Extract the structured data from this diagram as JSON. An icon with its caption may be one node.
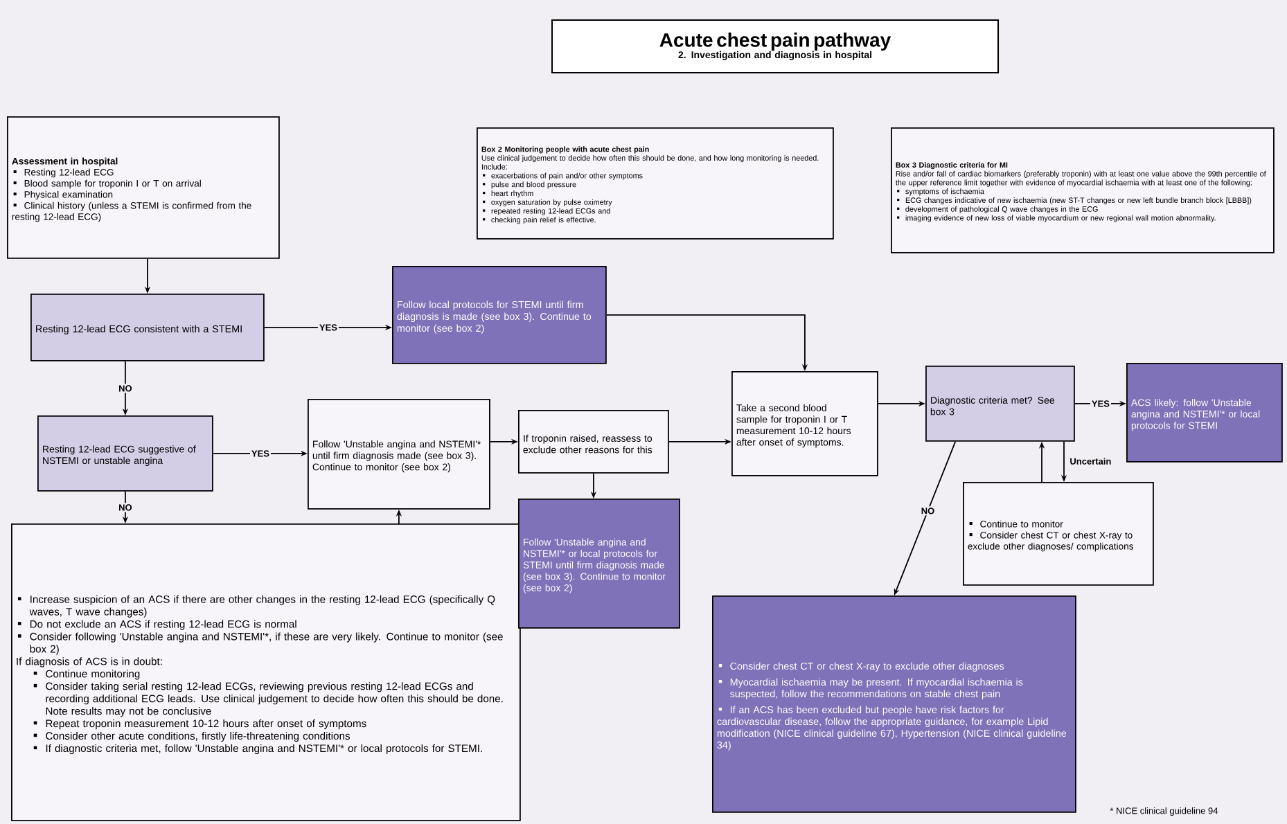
{
  "diagram": {
    "nodes": [
      {
        "text": [
          "Acute chest pain pathway",
          "2. Investigation and diagnosis in hospital"
        ]
      },
      {
        "text": [
          "Assessment in hospital",
          "Resting 12-lead ECG",
          "Blood sample for troponin I or T on arrival",
          "Physical examination",
          "Clinical history (unless a STEMI is confirmed from the resting 12-lead ECG)"
        ]
      },
      {
        "text": [
          "Box 2 Monitoring people with acute chest pain",
          "Use clinical judgement to decide how often this should be done, and how long monitoring is needed. Include:",
          "exacerbations of pain and/or other symptoms",
          "pulse and blood pressure",
          "heart rhythm",
          "oxygen saturation by pulse oximetry",
          "repeated resting 12-lead ECGs and",
          "checking pain relief is effective."
        ]
      },
      {
        "text": [
          "Box 3 Diagnostic criteria for MI",
          "Rise and/or fall of cardiac biomarkers (preferably troponin) with at least one value above the 99th percentile of the upper reference limit together with evidence of myocardial ischaemia with at least one of the following:",
          "symptoms of ischaemia",
          "ECG changes indicative of new ischaemia (new ST-T changes or new left bundle branch block [LBBB])",
          "development of pathological Q wave changes in the ECG",
          "imaging evidence of new loss of viable myocardium or new regional wall motion abnormality."
        ]
      },
      {
        "text": [
          "Resting 12-lead ECG consistent with a STEMI"
        ]
      },
      {
        "text": [
          "Follow local protocols for STEMI until firm diagnosis is made (see box 3). Continue to monitor (see box 2)"
        ]
      },
      {
        "text": [
          "Resting 12-lead ECG suggestive of NSTEMI or unstable angina"
        ]
      },
      {
        "text": [
          "Follow 'Unstable angina and NSTEMI'* until firm diagnosis made (see box 3). Continue to monitor (see box 2)"
        ]
      },
      {
        "text": [
          "If troponin raised, reassess to exclude other reasons for this"
        ]
      },
      {
        "text": [
          "Take a second blood sample for troponin I or T measurement 10-12 hours after onset of symptoms."
        ]
      },
      {
        "text": [
          "Diagnostic criteria met? See box 3"
        ]
      },
      {
        "text": [
          "ACS likely: follow 'Unstable angina and NSTEMI'* or local protocols for STEMI"
        ]
      },
      {
        "text": [
          "Continue to monitor",
          "Consider chest CT or chest X-ray to exclude other diagnoses/ complications"
        ]
      },
      {
        "text": [
          "Increase suspicion of an ACS if there are other changes in the resting 12-lead ECG (specifically Q waves, T wave changes)",
          "Do not exclude an ACS if resting 12-lead ECG is normal",
          "Consider following 'Unstable angina and NSTEMI'*, if these are very likely. Continue to monitor (see box 2)",
          "If diagnosis of ACS is in doubt:",
          "Continue monitoring",
          "Consider taking serial resting 12-lead ECGs, reviewing previous resting 12-lead ECGs and recording additional ECG leads. Use clinical judgement to decide how often this should be done. Note results may not be conclusive",
          "Repeat troponin measurement 10-12 hours after onset of symptoms",
          "Consider other acute conditions, firstly life-threatening conditions",
          "If diagnostic criteria met, follow 'Unstable angina and NSTEMI'* or local protocols for STEMI."
        ]
      },
      {
        "text": [
          "Follow 'Unstable angina and NSTEMI'* or local protocols for STEMI until firm diagnosis made (see box 3). Continue to monitor (see box 2)"
        ]
      },
      {
        "text": [
          "Consider chest CT or chest X-ray to exclude other diagnoses",
          "Myocardial ischaemia may be present. If myocardial ischaemia is suspected, follow the recommendations on stable chest pain",
          "If an ACS has been excluded but people have risk factors for cardiovascular disease, follow the appropriate guidance, for example Lipid modification (NICE clinical guideline 67), Hypertension (NICE clinical guideline 34)"
        ]
      }
    ],
    "edges": [
      {
        "from": 1,
        "to": 4,
        "arrow": "to"
      },
      {
        "from": 4,
        "to": 5,
        "arrow": "to",
        "label": "YES"
      },
      {
        "from": 4,
        "to": 6,
        "arrow": "to",
        "label": "NO"
      },
      {
        "from": 5,
        "to": 9,
        "arrow": "to"
      },
      {
        "from": 6,
        "to": 7,
        "arrow": "to",
        "label": "YES"
      },
      {
        "from": 6,
        "to": 13,
        "arrow": "to",
        "label": "NO"
      },
      {
        "from": 13,
        "to": 7,
        "arrow": "to"
      },
      {
        "from": 7,
        "to": 8,
        "arrow": "to"
      },
      {
        "from": 8,
        "to": 14,
        "arrow": "to"
      },
      {
        "from": 8,
        "to": 9,
        "arrow": "to"
      },
      {
        "from": 9,
        "to": 10,
        "arrow": "to"
      },
      {
        "from": 10,
        "to": 11,
        "arrow": "to",
        "label": "YES"
      },
      {
        "from": 10,
        "to": 15,
        "arrow": "to",
        "label": "NO"
      },
      {
        "from": 10,
        "to": 12,
        "arrow": "to",
        "label": "Uncertain"
      },
      {
        "from": 12,
        "to": 10,
        "arrow": "to"
      }
    ],
    "labels": [
      "* NICE clinical guideline 94"
    ]
  }
}
